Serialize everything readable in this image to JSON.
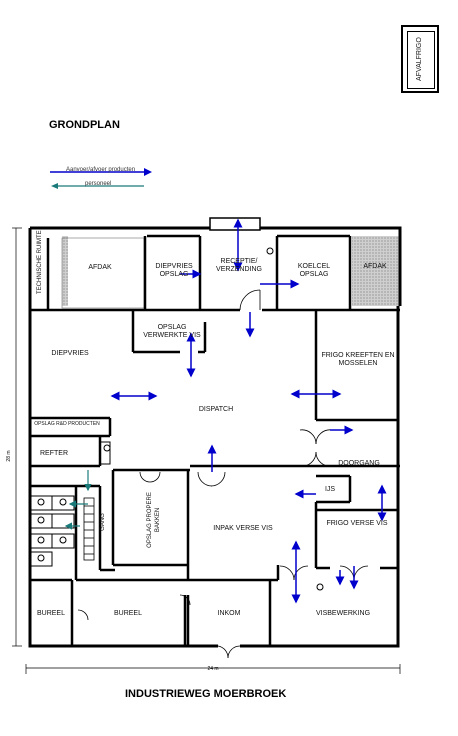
{
  "title": "GRONDPLAN",
  "address": "INDUSTRIEWEG MOERBROEK",
  "afval_frigo": "AFVALFRIGO",
  "legend": {
    "products": "Aanvoer/afvoer producten",
    "personnel": "personeel"
  },
  "dimensions": {
    "width": "24 m",
    "height": "28 m"
  },
  "rooms": {
    "technische_ruimte": "TECHNISCHE RUIMTE",
    "afdak_left": "AFDAK",
    "diepvries_opslag": "DIEPVRIES OPSLAG",
    "receptie": "RECEPTIE/ VERZENDING",
    "koelcel_opslag": "KOELCEL OPSLAG",
    "afdak_right": "AFDAK",
    "opslag_verwerkte_vis": "OPSLAG VERWERKTE VIS",
    "diepvries": "DIEPVRIES",
    "frigo_kreeften": "FRIGO KREEFTEN EN MOSSELEN",
    "dispatch": "DISPATCH",
    "opslag_rd": "OPSLAG R&D PRODUCTEN",
    "refter": "REFTER",
    "doorgang": "DOORGANG",
    "ijs": "IJS",
    "gang": "GANG",
    "opslag_propere_bakken": "OPSLAG PROPERE BAKKEN",
    "inpak_verse_vis": "INPAK VERSE VIS",
    "frigo_verse_vis": "FRIGO VERSE VIS",
    "bureel_1": "BUREEL",
    "bureel_2": "BUREEL",
    "inkom": "INKOM",
    "visbewerking": "VISBEWERKING"
  },
  "colors": {
    "wall": "#000000",
    "product_arrow": "#0000cc",
    "personnel_arrow": "#1a7a7a",
    "hatch": "#888888"
  }
}
